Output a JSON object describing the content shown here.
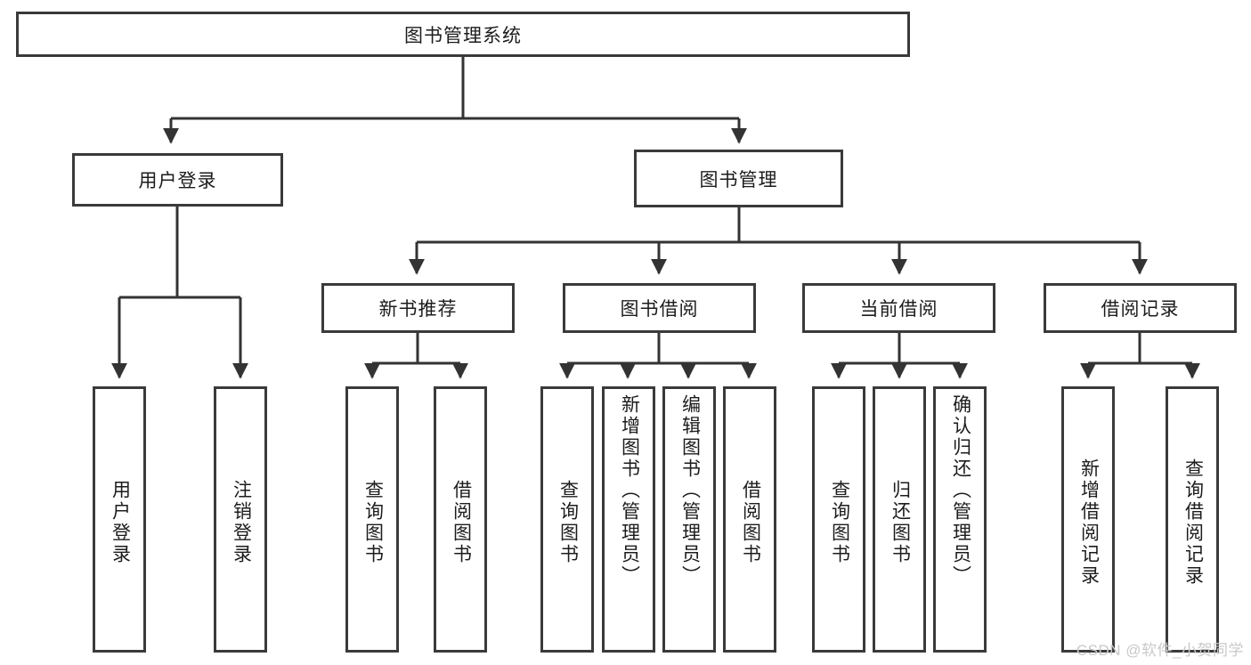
{
  "diagram": {
    "type": "tree-hierarchy-chart",
    "title": "图书管理系统",
    "colors": {
      "box_border": "#3a3a3a",
      "box_fill": "#ffffff",
      "connector": "#333333",
      "text": "#1c1c1c",
      "watermark": "#c9c9c9",
      "background": "#ffffff"
    },
    "root": {
      "label": "图书管理系统"
    },
    "level2": [
      {
        "label": "用户登录"
      },
      {
        "label": "图书管理"
      }
    ],
    "level3": [
      {
        "label": "新书推荐"
      },
      {
        "label": "图书借阅"
      },
      {
        "label": "当前借阅"
      },
      {
        "label": "借阅记录"
      }
    ],
    "leaves": {
      "user_login": [
        {
          "label": "用户登录"
        },
        {
          "label": "注销登录"
        }
      ],
      "new_book_recommend": [
        {
          "label": "查询图书"
        },
        {
          "label": "借阅图书"
        }
      ],
      "book_borrow": [
        {
          "label": "查询图书"
        },
        {
          "label": "新增图书（管理员）"
        },
        {
          "label": "编辑图书（管理员）"
        },
        {
          "label": "借阅图书"
        }
      ],
      "current_borrow": [
        {
          "label": "查询图书"
        },
        {
          "label": "归还图书"
        },
        {
          "label": "确认归还（管理员）"
        }
      ],
      "borrow_record": [
        {
          "label": "新增借阅记录"
        },
        {
          "label": "查询借阅记录"
        }
      ]
    }
  },
  "watermark": {
    "text": "CSDN @软件_小贺同学"
  }
}
